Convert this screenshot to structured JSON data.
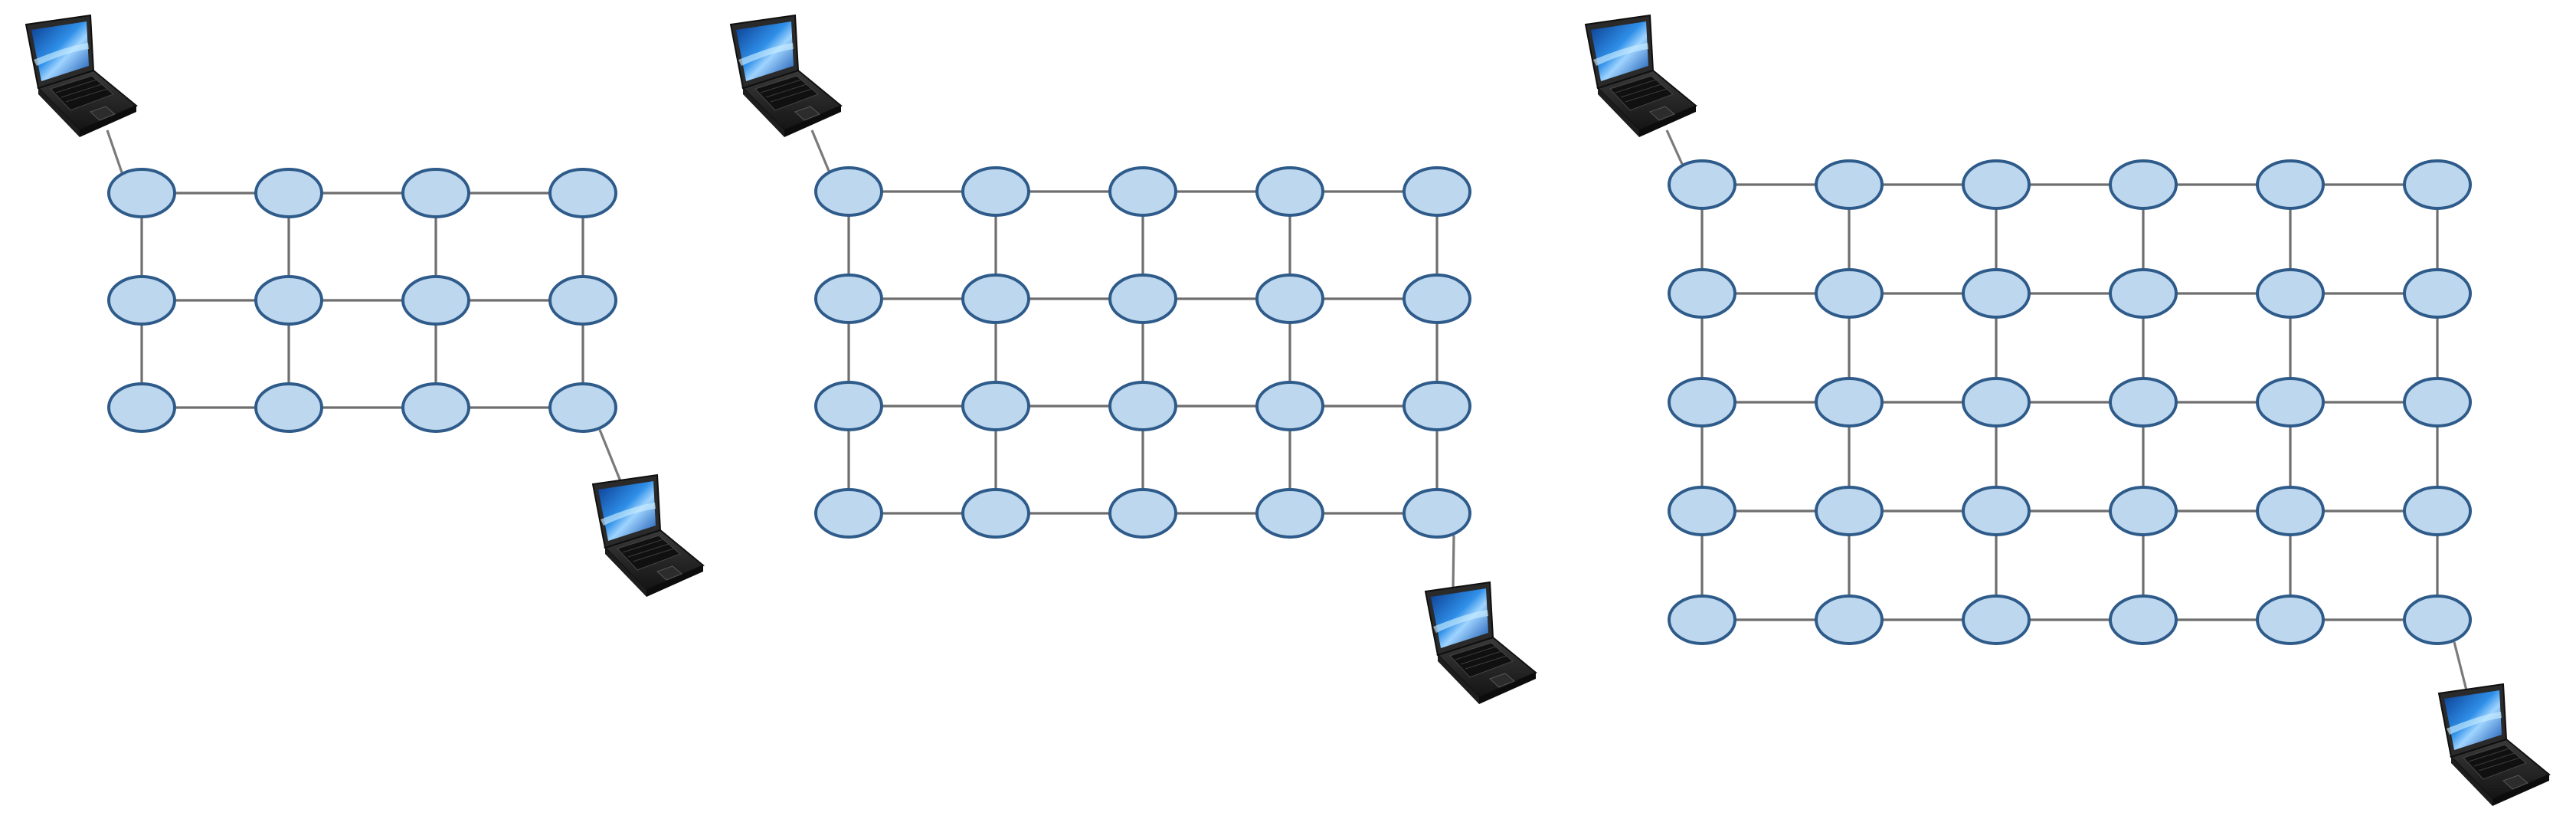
{
  "diagrams": [
    {
      "rows": 3,
      "cols": 4
    },
    {
      "rows": 4,
      "cols": 5
    },
    {
      "rows": 5,
      "cols": 6
    }
  ],
  "icons": {
    "terminal": "laptop-icon",
    "node": "circle-node"
  },
  "colors": {
    "node_fill": "#bdd7ee",
    "node_stroke": "#2e5b8a",
    "edge": "#6e6e6e",
    "laptop_body": "#2b2b2b",
    "screen": "#1e73d8"
  }
}
